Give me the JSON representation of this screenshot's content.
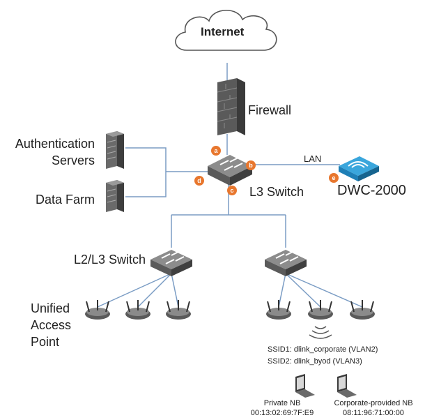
{
  "nodes": {
    "internet": "Internet",
    "firewall": "Firewall",
    "auth_servers_line1": "Authentication",
    "auth_servers_line2": "Servers",
    "data_farm": "Data Farm",
    "l3_switch": "L3 Switch",
    "lan": "LAN",
    "dwc": "DWC-2000",
    "l2l3_switch": "L2/L3 Switch",
    "uap_line1": "Unified",
    "uap_line2": "Access",
    "uap_line3": "Point",
    "ssid1": "SSID1: dlink_corporate (VLAN2)",
    "ssid2": "SSID2: dlink_byod (VLAN3)",
    "private_nb": "Private NB",
    "private_mac": "00:13:02:69:7F:E9",
    "corp_nb": "Corporate-provided NB",
    "corp_mac": "08:11:96:71:00:00"
  },
  "badges": {
    "a": "a",
    "b": "b",
    "c": "c",
    "d": "d",
    "e": "e"
  },
  "colors": {
    "line": "#6b8fb8",
    "badge": "#e8772e",
    "device_dark": "#4a4a4a",
    "device_light": "#9a9a9a",
    "dwc_blue": "#2a8fc9"
  }
}
